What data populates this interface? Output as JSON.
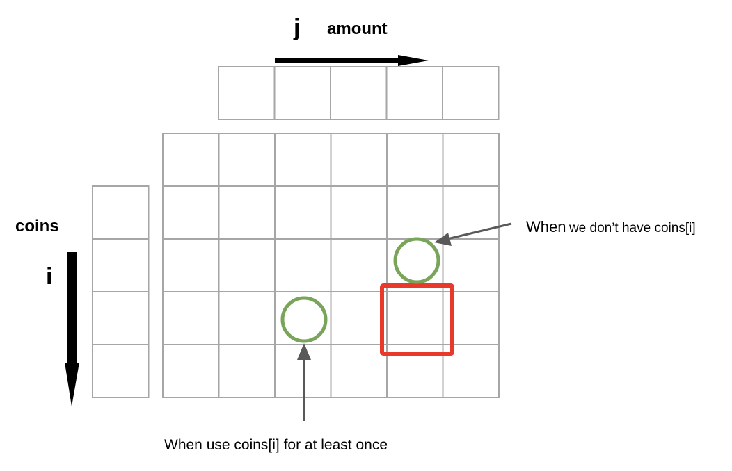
{
  "labels": {
    "j": "j",
    "amount": "amount",
    "coins": "coins",
    "i": "i",
    "without_prefix": "When",
    "without_rest": "we don’t have coins[i]",
    "with_coin": "When use coins[i] for at least once"
  },
  "colors": {
    "grid": "#a6a6a6",
    "highlight": "#e8392a",
    "circle": "#78a55a",
    "pointer": "#595959",
    "axis": "#000000"
  },
  "grid": {
    "main_rows": 5,
    "main_cols": 6,
    "amount_row_cells": 5,
    "coins_col_cells": 4,
    "highlight_cell": {
      "row": 3,
      "col": 4
    },
    "circle_up_cell": {
      "row": 2,
      "col": 4
    },
    "circle_left_cell": {
      "row": 3,
      "col": 2
    }
  }
}
